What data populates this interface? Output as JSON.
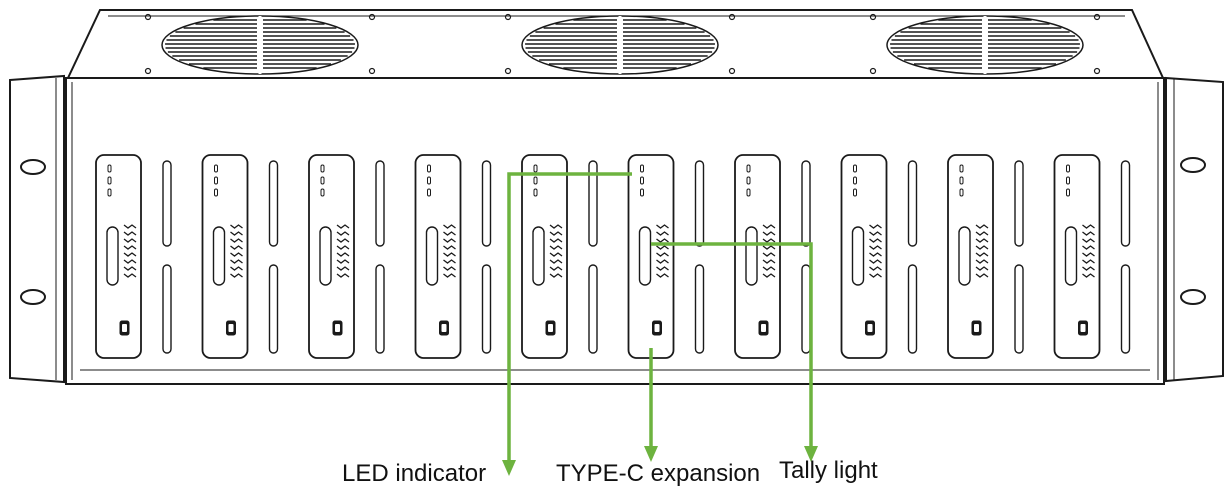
{
  "callouts": {
    "led_indicator": "LED indicator",
    "type_c_expansion": "TYPE-C expansion",
    "tally_light": "Tally light"
  },
  "colors": {
    "callout_line": "#6db33f",
    "outline": "#1a1a1a",
    "background": "#ffffff"
  },
  "device": {
    "module_count": 10,
    "top_fan_count": 3
  }
}
